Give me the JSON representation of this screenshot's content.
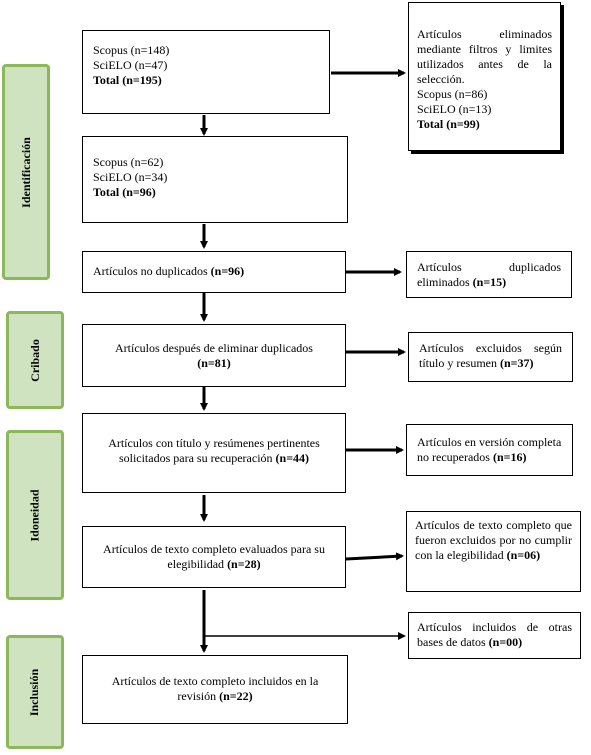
{
  "phases": {
    "identificacion": "Identificación",
    "cribado": "Cribado",
    "idoneidad": "Idoneidad",
    "inclusion": "Inclusión"
  },
  "boxes": {
    "initial": {
      "line1": "Scopus (n=148)",
      "line2": "SciELO (n=47)",
      "total": "Total (n=195)"
    },
    "filtered": {
      "line1": "Scopus (n=62)",
      "line2": "SciELO (n=34)",
      "total": "Total (n=96)"
    },
    "eliminated_filters": {
      "text": "Artículos eliminados mediante filtros y limites utilizados antes de la selección.",
      "line1": "Scopus (n=86)",
      "line2": "SciELO (n=13)",
      "total": "Total (n=99)"
    },
    "non_duplicates": {
      "text": "Artículos no duplicados ",
      "count": "(n=96)"
    },
    "duplicates_removed": {
      "text": "Artículos duplicados eliminados ",
      "count": "(n=15)"
    },
    "after_dedup": {
      "text": "Artículos después de eliminar duplicados",
      "count": "(n=81)"
    },
    "excluded_title": {
      "text": "Artículos excluidos según título y resumen ",
      "count": "(n=37)"
    },
    "requested": {
      "text": "Artículos con título y resúmenes pertinentes solicitados para su recuperación ",
      "count": "(n=44)"
    },
    "not_retrieved": {
      "text": "Artículos en versión completa no recuperados ",
      "count": "(n=16)"
    },
    "full_text_assessed": {
      "text": "Artículos de texto completo evaluados para su elegibilidad ",
      "count": "(n=28)"
    },
    "full_text_excluded": {
      "text": "Artículos de texto completo que fueron excluidos por no cumplir con la elegibilidad ",
      "count": "(n=06)"
    },
    "other_sources": {
      "text": "Artículos incluidos de otras bases de datos ",
      "count": "(n=00)"
    },
    "included": {
      "text": "Artículos de texto completo incluidos en la revisión ",
      "count": "(n=22)"
    }
  }
}
